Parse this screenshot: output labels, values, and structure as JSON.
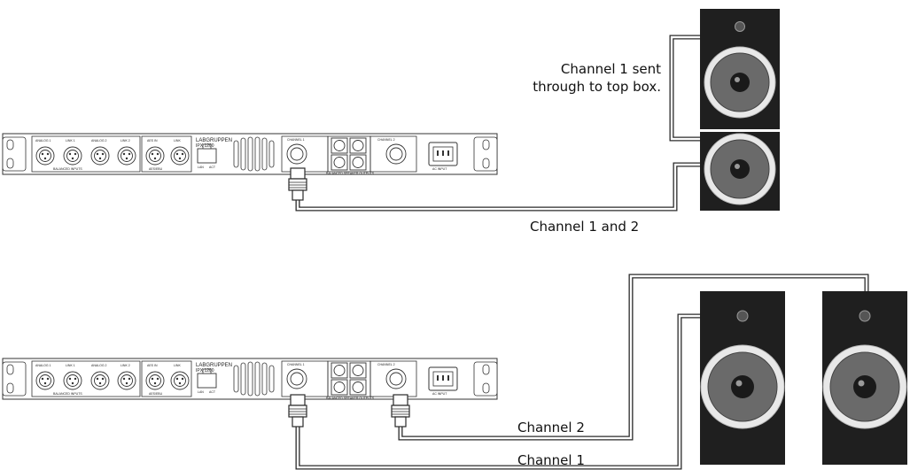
{
  "device": {
    "brand": "LABGRUPPEN",
    "model": "IPX 1200",
    "inputs_label": "BALANCED INPUTS",
    "outputs_label": "BALANCED SPEAKER OUTPUTS",
    "analog1": "ANALOG 1",
    "link1": "LINK 1",
    "analog2": "ANALOG 2",
    "link2": "LINK 2",
    "aes_in": "AES IN",
    "aes_link": "LINK",
    "aes_ebu": "AES/EBU",
    "lan": "LAN",
    "act": "ACT",
    "channel1": "CHANNEL 1",
    "channel2": "CHANNEL 2",
    "ac_input": "AC INPUT"
  },
  "top": {
    "note_line1": "Channel 1 sent",
    "note_line2": "through to top box.",
    "cable_label": "Channel 1 and 2"
  },
  "bottom": {
    "channel2_label": "Channel 2",
    "channel1_label": "Channel 1"
  },
  "colors": {
    "cabinet": "#1f1f1f",
    "cone": "#6a6a6a",
    "cable_outline": "#2a2a2a",
    "cable_fill": "#ffffff",
    "panel_stroke": "#333333"
  }
}
